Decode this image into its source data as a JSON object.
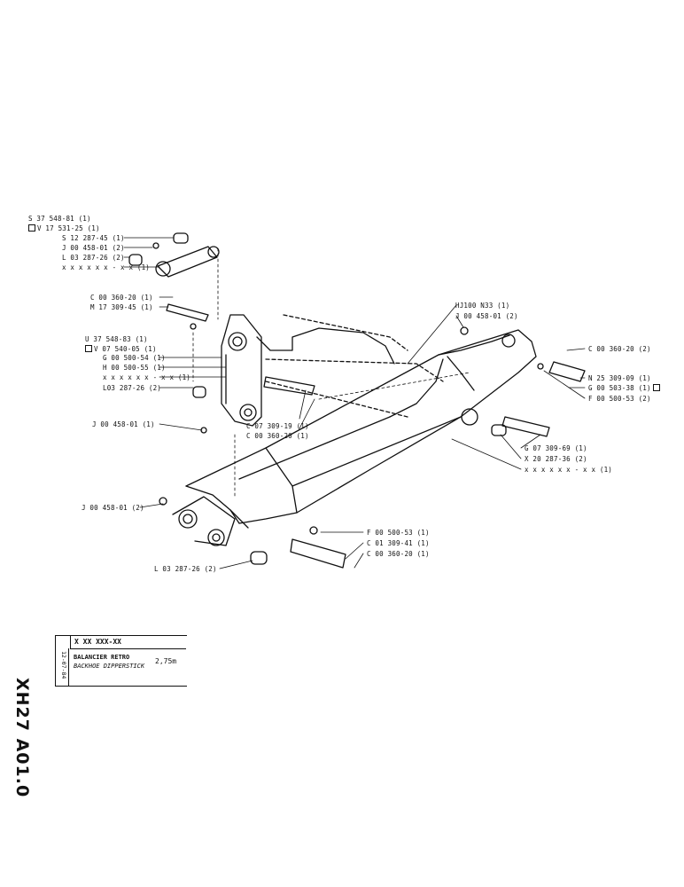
{
  "sheet": {
    "code": "XH27 A01.0",
    "part_code": "X XX  XXX-XX",
    "date": "12-07-84",
    "title_fr": "BALANCIER RETRO",
    "title_en": "BACKHOE DIPPERSTICK",
    "length": "2,75m"
  },
  "callouts": [
    {
      "id": "s37548",
      "text": "S 37 548-81 (1)"
    },
    {
      "id": "v17531",
      "text": "V 17 531-25 (1)",
      "boxed": true
    },
    {
      "id": "s12287",
      "text": "S 12 287-45 (1)"
    },
    {
      "id": "j00458a",
      "text": "J 00 458-01 (2)"
    },
    {
      "id": "l03287a",
      "text": "L 03 287-26 (2)"
    },
    {
      "id": "xxxa",
      "text": "x x x  x x x - x x (1)"
    },
    {
      "id": "c00360a",
      "text": "C 00 360-20 (1)"
    },
    {
      "id": "m17309",
      "text": "M 17 309-45 (1)"
    },
    {
      "id": "u37548",
      "text": "U 37 548-83 (1)"
    },
    {
      "id": "v07540",
      "text": "V 07 540-05 (1)",
      "boxed": true
    },
    {
      "id": "g00500",
      "text": "G 00 500-54 (1)"
    },
    {
      "id": "h00500",
      "text": "H 00 500-55 (1)"
    },
    {
      "id": "xxxb",
      "text": "x x x  x x x - x x (1)"
    },
    {
      "id": "l03287b",
      "text": "L03 287-26 (2)"
    },
    {
      "id": "j00458b",
      "text": "J 00 458-01 (1)"
    },
    {
      "id": "c07309",
      "text": "C 07 309-19 (1)"
    },
    {
      "id": "c00360b",
      "text": "C 00 360-20 (1)"
    },
    {
      "id": "hj100",
      "text": "HJ100 N33 (1)"
    },
    {
      "id": "j00458c",
      "text": "J 00 458-01 (2)"
    },
    {
      "id": "c00360c",
      "text": "C 00 360-20 (2)"
    },
    {
      "id": "n25309",
      "text": "N 25 309-09 (1)"
    },
    {
      "id": "g00503",
      "text": "G 00 503-38 (1)",
      "boxed": true
    },
    {
      "id": "f00500a",
      "text": "F 00 500-53 (2)"
    },
    {
      "id": "g07309",
      "text": "G 07 309-69 (1)"
    },
    {
      "id": "x20287",
      "text": "X 20 287-36 (2)"
    },
    {
      "id": "xxxc",
      "text": "x x x  x x x - x x (1)"
    },
    {
      "id": "j00458d",
      "text": "J 00 458-01 (2)"
    },
    {
      "id": "f00500b",
      "text": "F 00 500-53 (1)"
    },
    {
      "id": "c01309",
      "text": "C 01 309-41 (1)"
    },
    {
      "id": "c00360d",
      "text": "C 00 360-20 (1)"
    },
    {
      "id": "l03287c",
      "text": "L 03 287-26 (2)"
    }
  ]
}
